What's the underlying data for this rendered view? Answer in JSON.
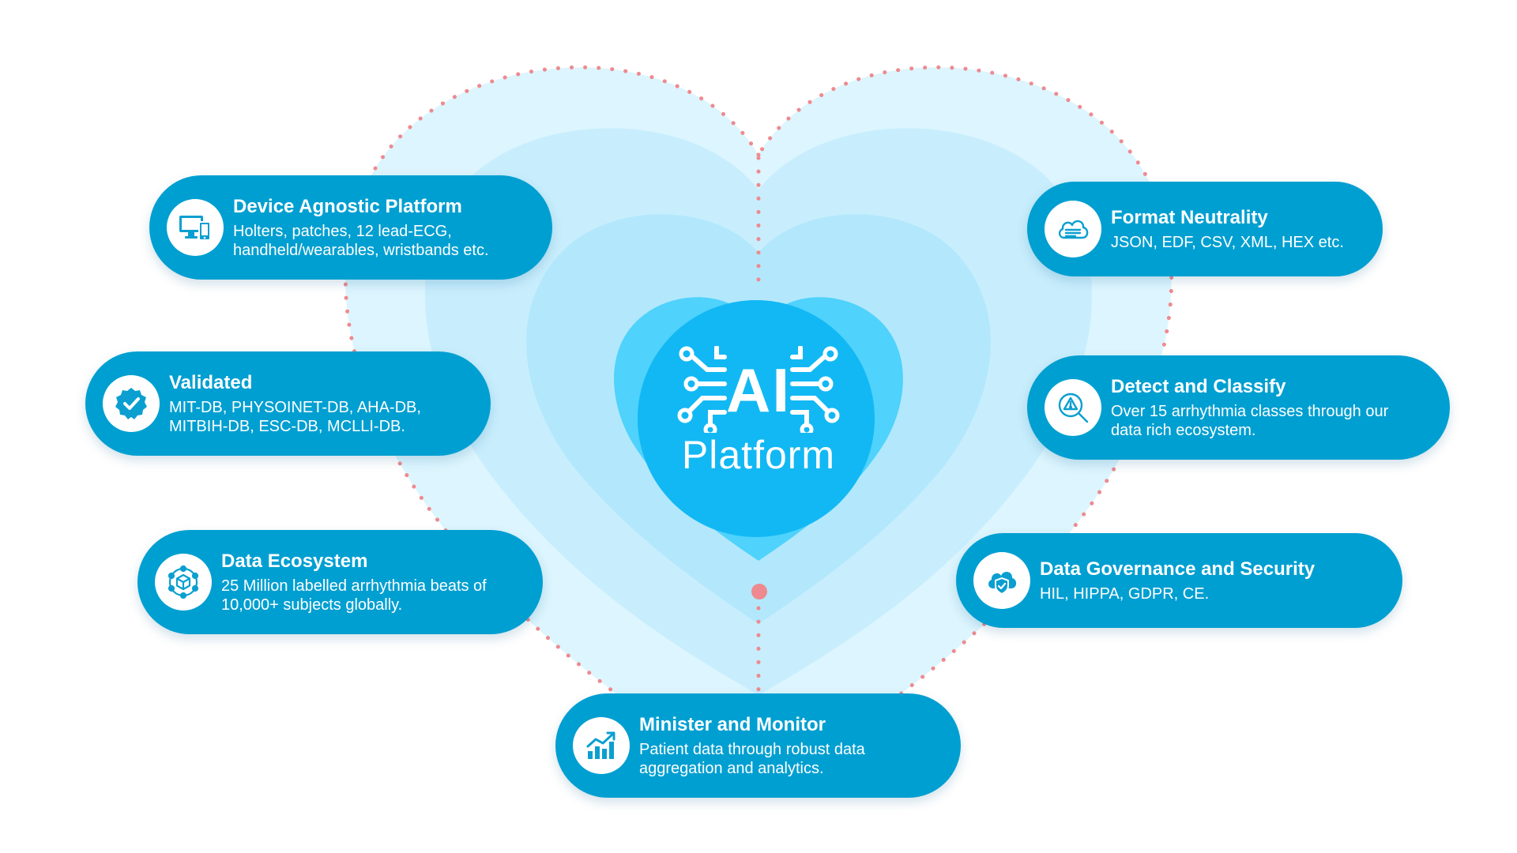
{
  "center": {
    "line1": "AI",
    "line2": "Platform"
  },
  "colors": {
    "card": "#009fd1",
    "heart_outer": "#dcf5fe",
    "heart_mid": "#c8eefd",
    "heart_inner": "#b3e8fc",
    "center_heart": "#4fd2fc",
    "center_circle": "#12b8f4",
    "dots": "#ee8a8f"
  },
  "cards": [
    {
      "title": "Device Agnostic Platform",
      "desc": "Holters, patches, 12 lead-ECG,\nhandheld/wearables, wristbands etc.",
      "icon": "devices-icon"
    },
    {
      "title": "Validated",
      "desc": "MIT-DB, PHYSOINET-DB, AHA-DB,\nMITBIH-DB, ESC-DB, MCLLI-DB.",
      "icon": "verified-badge-icon"
    },
    {
      "title": "Data Ecosystem",
      "desc": "25 Million labelled arrhythmia beats of\n10,000+ subjects globally.",
      "icon": "network-cube-icon"
    },
    {
      "title": "Minister and Monitor",
      "desc": "Patient data through robust data\naggregation and analytics.",
      "icon": "analytics-chart-icon"
    },
    {
      "title": "Format Neutrality",
      "desc": "JSON, EDF, CSV, XML, HEX etc.",
      "icon": "cloud-file-icon"
    },
    {
      "title": "Detect and Classify",
      "desc": "Over 15 arrhythmia classes through our\ndata rich ecosystem.",
      "icon": "search-warning-icon"
    },
    {
      "title": "Data Governance and Security",
      "desc": "HIL, HIPPA, GDPR, CE.",
      "icon": "cloud-shield-icon"
    }
  ]
}
